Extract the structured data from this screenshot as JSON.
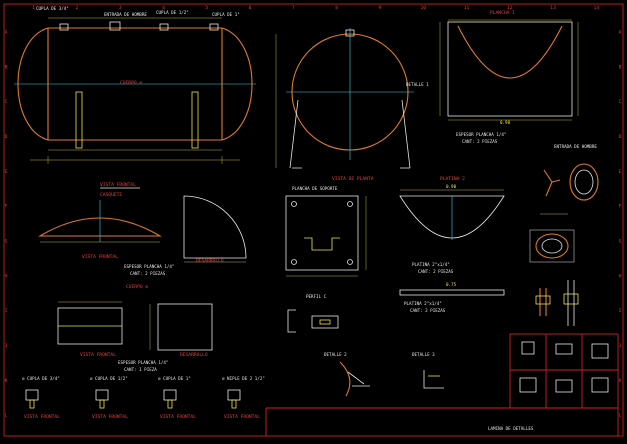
{
  "sheet": {
    "colors": {
      "background": "#000000",
      "vessel": "#e07a28",
      "text_red": "#e04040",
      "dimension": "#f2e34a",
      "line": "#e8e8e8",
      "aux": "#40d0e8",
      "frame": "#d02020"
    },
    "row_letters": [
      "A",
      "B",
      "C",
      "D",
      "E",
      "F",
      "G",
      "H",
      "I",
      "J",
      "K",
      "L"
    ],
    "col_numbers": [
      "1",
      "2",
      "3",
      "4",
      "5",
      "6",
      "7",
      "8",
      "9",
      "10",
      "11",
      "12",
      "13",
      "14"
    ]
  },
  "views": {
    "tank_front": {
      "title": "VISTA FRONTAL",
      "body_label": "CUERPO ⌀",
      "dim_label": "CUERPO ⌀"
    },
    "tank_side": {
      "title": "VISTA DE PLANTA",
      "detail": "DETALLE 1"
    },
    "plancha_top": {
      "title": "PLANCHA 1",
      "caption_1": "ESPESOR PLANCHA 1/4\"",
      "caption_2": "CANT: 2 PIEZAS",
      "dim": "0.90"
    },
    "brida": {
      "title": "BRIDA DE REGISTRO"
    },
    "casquete": {
      "title": "CASQUETE",
      "section": "VISTA FRONTAL",
      "dev": "DESARROLLO",
      "caption_1": "ESPESOR PLANCHA 1/4\"",
      "caption_2": "CANT: 2 PIEZAS"
    },
    "base": {
      "title": "PLANCHA DE SOPORTE"
    },
    "platina_2": {
      "title": "PLATINA 2",
      "caption_1": "PLATINA 2\"x1/4\"",
      "caption_2": "CANT: 2 PIEZAS",
      "dim": "0.90"
    },
    "platina_3": {
      "caption_1": "PLATINA 2\"x1/4\"",
      "caption_2": "CANT: 2 PIEZAS",
      "dim": "0.75"
    },
    "cuerpo": {
      "title": "CUERPO ⌀",
      "section": "VISTA FRONTAL",
      "dev": "DESARROLLO",
      "caption_1": "ESPESOR PLANCHA 1/4\"",
      "caption_2": "CANT: 1 PIEZA"
    },
    "perfil": {
      "title": "PERFIL C"
    },
    "detalle_2": {
      "title": "DETALLE 2"
    },
    "detalle_3": {
      "title": "DETALLE 3"
    },
    "entrada": {
      "title": "ENTRADA DE HOMBRE"
    },
    "nozzles": [
      "⌀ CUPLA DE 3/4\"",
      "⌀ CUPLA DE 1/2\"",
      "⌀ CUPLA DE 1\"",
      "⌀ NIPLE DE 2 1/2\""
    ],
    "nozzle_sub": [
      "VISTA FRONTAL",
      "VISTA FRONTAL",
      "VISTA FRONTAL",
      "VISTA FRONTAL"
    ],
    "title_block": {
      "label": "LAMINA DE DETALLES"
    },
    "top_notes": [
      "CUPLA DE 3/4\"",
      "ENTRADA DE HOMBRE",
      "CUPLA DE 1/2\"",
      "CUPLA DE 1\""
    ]
  }
}
